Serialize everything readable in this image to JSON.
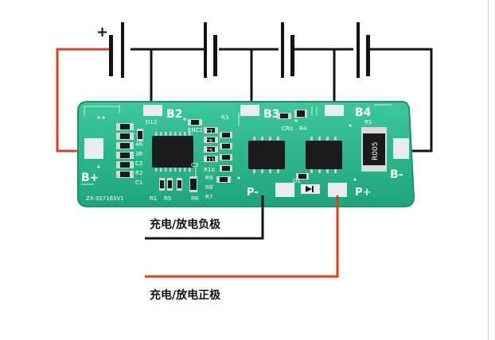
{
  "battery": {
    "plus_sign": "+"
  },
  "board": {
    "pads": {
      "b_plus": "B+",
      "b_minus": "B-",
      "b2": "B2",
      "b3": "B3",
      "b4": "B4",
      "p_minus": "P-",
      "p_plus": "P+"
    },
    "silk": {
      "d12": "D12",
      "r3": "R3",
      "enc1": "ENC1",
      "cr0": "CR0",
      "r4": "R4",
      "rs": "RS",
      "r005": "R005",
      "d1": "D1",
      "r1": "R1",
      "r5": "R5",
      "r6": "R6",
      "r9": "R9",
      "r8": "R8",
      "r7": "R7",
      "c1": "C1",
      "c2": "C2",
      "c3": "C3",
      "c5": "C5",
      "c6": "C6",
      "c7": "C7",
      "r10": "R10",
      "r11": "R11",
      "r2": "R2",
      "r4b": "4R",
      "r3b": "3R",
      "part_number": "ZX-3S7163V1"
    }
  },
  "labels": {
    "negative": "充电/放电负极",
    "positive": "充电/放电正极"
  },
  "colors": {
    "pcb": "#28b48a",
    "pcb_edge": "#17946d",
    "pad": "#e9ecee",
    "black_wire": "#141414",
    "red_wire": "#e0401b"
  }
}
